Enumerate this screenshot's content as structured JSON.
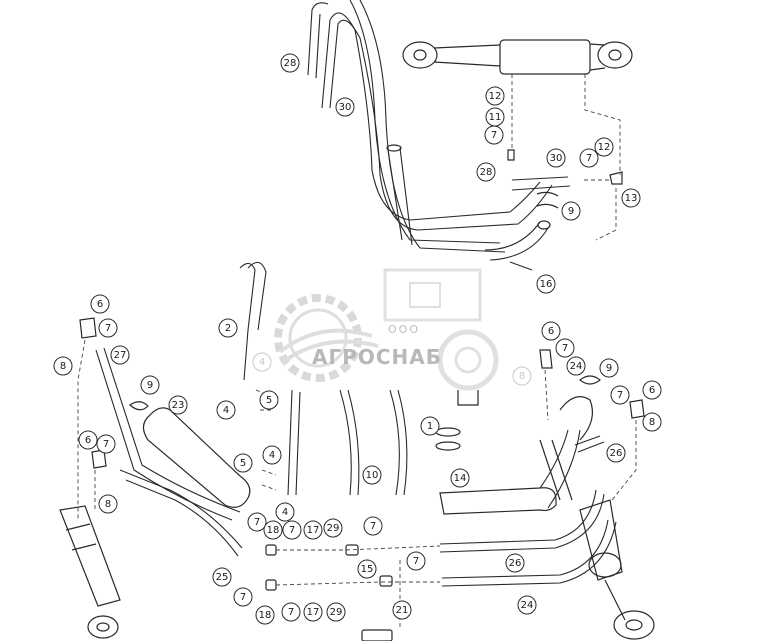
{
  "watermark": {
    "company_prefix": "ООО",
    "company_name": "АГРОСНАБ"
  },
  "callouts": [
    {
      "id": "c28a",
      "label": "28"
    },
    {
      "id": "c30a",
      "label": "30"
    },
    {
      "id": "c12a",
      "label": "12"
    },
    {
      "id": "c11a",
      "label": "11"
    },
    {
      "id": "c7a",
      "label": "7"
    },
    {
      "id": "c28b",
      "label": "28"
    },
    {
      "id": "c30b",
      "label": "30"
    },
    {
      "id": "c7b",
      "label": "7"
    },
    {
      "id": "c12b",
      "label": "12"
    },
    {
      "id": "c13",
      "label": "13"
    },
    {
      "id": "c9a",
      "label": "9"
    },
    {
      "id": "c16",
      "label": "16"
    },
    {
      "id": "c6a",
      "label": "6"
    },
    {
      "id": "c7c",
      "label": "7"
    },
    {
      "id": "c8a",
      "label": "8"
    },
    {
      "id": "c27",
      "label": "27"
    },
    {
      "id": "c2",
      "label": "2"
    },
    {
      "id": "c4faded",
      "label": "4",
      "faded": true
    },
    {
      "id": "c9b",
      "label": "9"
    },
    {
      "id": "c23",
      "label": "23"
    },
    {
      "id": "c4a",
      "label": "4"
    },
    {
      "id": "c5a",
      "label": "5"
    },
    {
      "id": "c6b",
      "label": "6"
    },
    {
      "id": "c7d",
      "label": "7"
    },
    {
      "id": "c8b",
      "label": "8"
    },
    {
      "id": "c5b",
      "label": "5"
    },
    {
      "id": "c4b",
      "label": "4"
    },
    {
      "id": "c4c",
      "label": "4"
    },
    {
      "id": "c10",
      "label": "10"
    },
    {
      "id": "c1",
      "label": "1"
    },
    {
      "id": "c14",
      "label": "14"
    },
    {
      "id": "c6c",
      "label": "6"
    },
    {
      "id": "c7e",
      "label": "7"
    },
    {
      "id": "c24a",
      "label": "24"
    },
    {
      "id": "c9c",
      "label": "9"
    },
    {
      "id": "c8faded",
      "label": "8",
      "faded": true
    },
    {
      "id": "c7f",
      "label": "7"
    },
    {
      "id": "c6d",
      "label": "6"
    },
    {
      "id": "c8c",
      "label": "8"
    },
    {
      "id": "c26a",
      "label": "26"
    },
    {
      "id": "c7g",
      "label": "7"
    },
    {
      "id": "c18a",
      "label": "18"
    },
    {
      "id": "c7h",
      "label": "7"
    },
    {
      "id": "c17a",
      "label": "17"
    },
    {
      "id": "c29a",
      "label": "29"
    },
    {
      "id": "c7i",
      "label": "7"
    },
    {
      "id": "c15",
      "label": "15"
    },
    {
      "id": "c7j",
      "label": "7"
    },
    {
      "id": "c26b",
      "label": "26"
    },
    {
      "id": "c25",
      "label": "25"
    },
    {
      "id": "c7k",
      "label": "7"
    },
    {
      "id": "c18b",
      "label": "18"
    },
    {
      "id": "c7l",
      "label": "7"
    },
    {
      "id": "c17b",
      "label": "17"
    },
    {
      "id": "c29b",
      "label": "29"
    },
    {
      "id": "c24b",
      "label": "24"
    },
    {
      "id": "c21",
      "label": "21"
    }
  ]
}
